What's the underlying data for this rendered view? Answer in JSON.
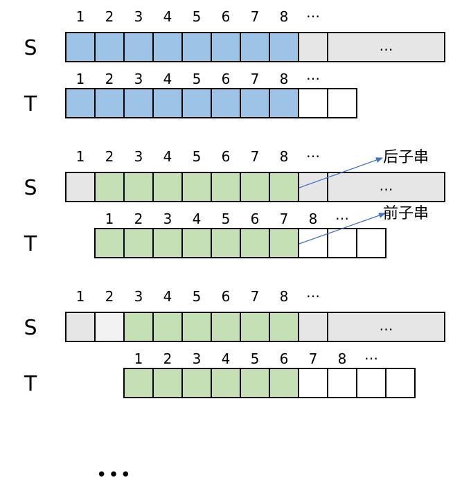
{
  "colors": {
    "blue": "#9dc3e6",
    "green": "#c5e0b4",
    "gray": "#e7e6e6",
    "lightgray": "#f2f2f2",
    "white": "#ffffff",
    "arrow": "#4472c4"
  },
  "ellipsis": "…",
  "bottom_dots": "•••",
  "annotations": {
    "suffix": "后子串",
    "prefix": "前子串"
  },
  "groups": [
    {
      "s": {
        "label": "S",
        "index_labels": [
          "1",
          "2",
          "3",
          "4",
          "5",
          "6",
          "7",
          "8",
          "…"
        ],
        "cells": [
          "blue",
          "blue",
          "blue",
          "blue",
          "blue",
          "blue",
          "blue",
          "blue",
          "gray"
        ],
        "tail": true,
        "tail_text": "…"
      },
      "t": {
        "label": "T",
        "offset": 0,
        "index_labels": [
          "1",
          "2",
          "3",
          "4",
          "5",
          "6",
          "7",
          "8",
          "…"
        ],
        "cells": [
          "blue",
          "blue",
          "blue",
          "blue",
          "blue",
          "blue",
          "blue",
          "blue",
          "white",
          "white"
        ]
      }
    },
    {
      "s": {
        "label": "S",
        "index_labels": [
          "1",
          "2",
          "3",
          "4",
          "5",
          "6",
          "7",
          "8",
          "…"
        ],
        "cells": [
          "gray",
          "green",
          "green",
          "green",
          "green",
          "green",
          "green",
          "green",
          "gray"
        ],
        "tail": true,
        "tail_text": "…"
      },
      "t": {
        "label": "T",
        "offset": 1,
        "index_labels": [
          "1",
          "2",
          "3",
          "4",
          "5",
          "6",
          "7",
          "8",
          "…"
        ],
        "cells": [
          "green",
          "green",
          "green",
          "green",
          "green",
          "green",
          "green",
          "white",
          "white",
          "white"
        ]
      }
    },
    {
      "s": {
        "label": "S",
        "index_labels": [
          "1",
          "2",
          "3",
          "4",
          "5",
          "6",
          "7",
          "8",
          "…"
        ],
        "cells": [
          "gray",
          "lightgray",
          "green",
          "green",
          "green",
          "green",
          "green",
          "green",
          "gray"
        ],
        "tail": true,
        "tail_text": "…"
      },
      "t": {
        "label": "T",
        "offset": 2,
        "index_labels": [
          "1",
          "2",
          "3",
          "4",
          "5",
          "6",
          "7",
          "8",
          "…"
        ],
        "cells": [
          "green",
          "green",
          "green",
          "green",
          "green",
          "green",
          "white",
          "white",
          "white",
          "white"
        ]
      }
    }
  ]
}
